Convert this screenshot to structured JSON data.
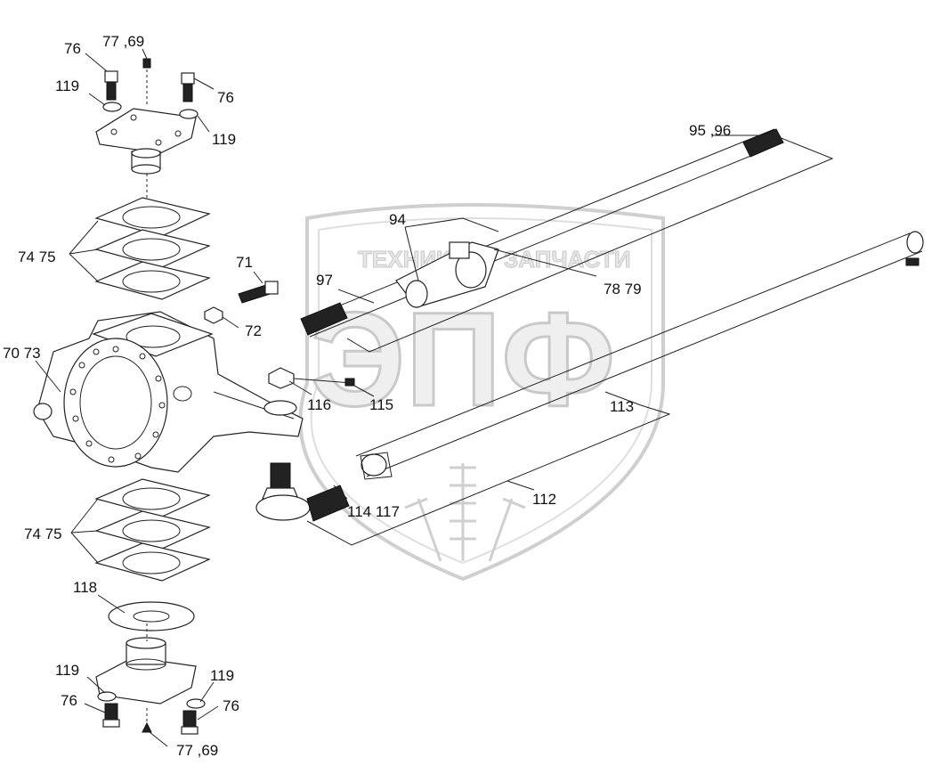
{
  "watermark": {
    "left_word": "ТЕХНИКА",
    "right_word": "ЗАПЧАСТИ",
    "logo_letters": "ЭПФ"
  },
  "callouts": [
    {
      "id": "c76_tl",
      "text": "76"
    },
    {
      "id": "c77_69_top",
      "text": "77 ,69"
    },
    {
      "id": "c119_tl",
      "text": "119"
    },
    {
      "id": "c76_tr",
      "text": "76"
    },
    {
      "id": "c119_tr",
      "text": "119"
    },
    {
      "id": "c95_96",
      "text": "95 ,96"
    },
    {
      "id": "c94",
      "text": "94"
    },
    {
      "id": "c74_75_top",
      "text": "74 75"
    },
    {
      "id": "c71",
      "text": "71"
    },
    {
      "id": "c97",
      "text": "97"
    },
    {
      "id": "c78_79",
      "text": "78 79"
    },
    {
      "id": "c72",
      "text": "72"
    },
    {
      "id": "c70_73",
      "text": "70 73"
    },
    {
      "id": "c116",
      "text": "116"
    },
    {
      "id": "c115",
      "text": "115"
    },
    {
      "id": "c113",
      "text": "113"
    },
    {
      "id": "c112",
      "text": "112"
    },
    {
      "id": "c114_117",
      "text": "114 117"
    },
    {
      "id": "c74_75_bot",
      "text": "74 75"
    },
    {
      "id": "c118",
      "text": "118"
    },
    {
      "id": "c119_bl",
      "text": "119"
    },
    {
      "id": "c119_br",
      "text": "119"
    },
    {
      "id": "c76_bl",
      "text": "76"
    },
    {
      "id": "c76_br",
      "text": "76"
    },
    {
      "id": "c77_69_bot",
      "text": "77 ,69"
    }
  ]
}
